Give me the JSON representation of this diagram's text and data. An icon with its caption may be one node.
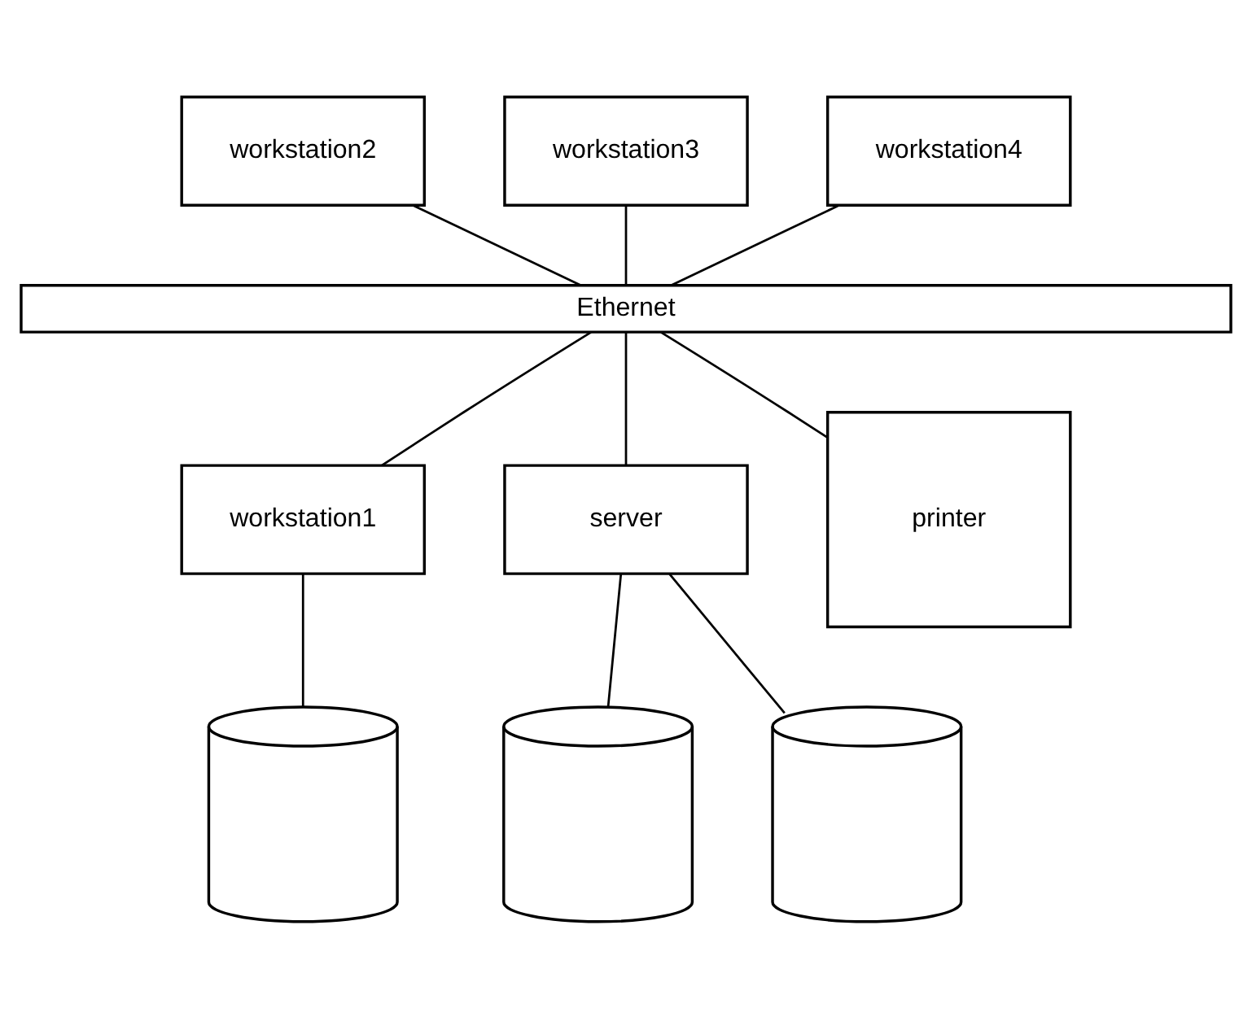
{
  "diagram": {
    "nodes": [
      {
        "text": [
          "workstation2"
        ]
      },
      {
        "text": [
          "workstation3"
        ]
      },
      {
        "text": [
          "workstation4"
        ]
      },
      {
        "text": [
          "Ethernet"
        ]
      },
      {
        "text": [
          "workstation1"
        ]
      },
      {
        "text": [
          "server"
        ]
      },
      {
        "text": [
          "printer"
        ]
      },
      {
        "text": [],
        "shape": "cylinder"
      },
      {
        "text": [],
        "shape": "cylinder"
      },
      {
        "text": [],
        "shape": "cylinder"
      }
    ],
    "edges": [
      {
        "from": 0,
        "to": 3,
        "arrow": "none"
      },
      {
        "from": 1,
        "to": 3,
        "arrow": "none"
      },
      {
        "from": 2,
        "to": 3,
        "arrow": "none"
      },
      {
        "from": 3,
        "to": 4,
        "arrow": "none"
      },
      {
        "from": 3,
        "to": 5,
        "arrow": "none"
      },
      {
        "from": 3,
        "to": 6,
        "arrow": "none"
      },
      {
        "from": 4,
        "to": 7,
        "arrow": "none"
      },
      {
        "from": 5,
        "to": 8,
        "arrow": "none"
      },
      {
        "from": 5,
        "to": 9,
        "arrow": "none"
      }
    ]
  }
}
